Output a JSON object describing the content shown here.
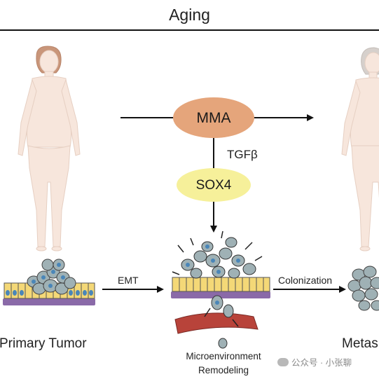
{
  "diagram": {
    "title": "Aging",
    "nodes": {
      "mma": "MMA",
      "sox4": "SOX4"
    },
    "edge_labels": {
      "tgfb": "TGFβ",
      "emt": "EMT",
      "colonization": "Colonization"
    },
    "stage_labels": {
      "primary": "Primary Tumor",
      "metastasis": "Metas",
      "microenvironment_line1": "Microenvironment",
      "microenvironment_line2": "Remodeling"
    },
    "watermark": "公众号 · 小张聊"
  },
  "colors": {
    "mma_fill": "#e5a57b",
    "sox4_fill": "#f6f09a",
    "skin": "#f7e6dc",
    "young_hair": "#c9967a",
    "old_hair": "#d6d0cc",
    "cell_yellow": "#f4d877",
    "membrane": "#8a6aa8",
    "tumor_gray": "#9fb1b5",
    "vessel": "#b8433a"
  }
}
